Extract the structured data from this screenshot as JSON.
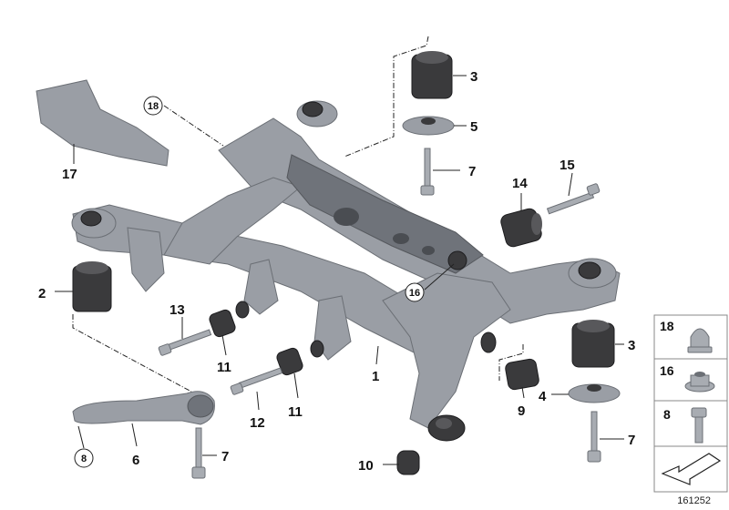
{
  "diagram": {
    "callouts": {
      "c1": "1",
      "c2": "2",
      "c3a": "3",
      "c3b": "3",
      "c4": "4",
      "c5": "5",
      "c6": "6",
      "c7a": "7",
      "c7b": "7",
      "c7c": "7",
      "c9": "9",
      "c10": "10",
      "c11a": "11",
      "c11b": "11",
      "c12": "12",
      "c13": "13",
      "c14": "14",
      "c15": "15",
      "c16": "16",
      "c17": "17",
      "c18": "18",
      "c8": "8"
    },
    "legend": {
      "items": [
        "18",
        "16",
        "8"
      ]
    },
    "reference_number": "161252"
  }
}
